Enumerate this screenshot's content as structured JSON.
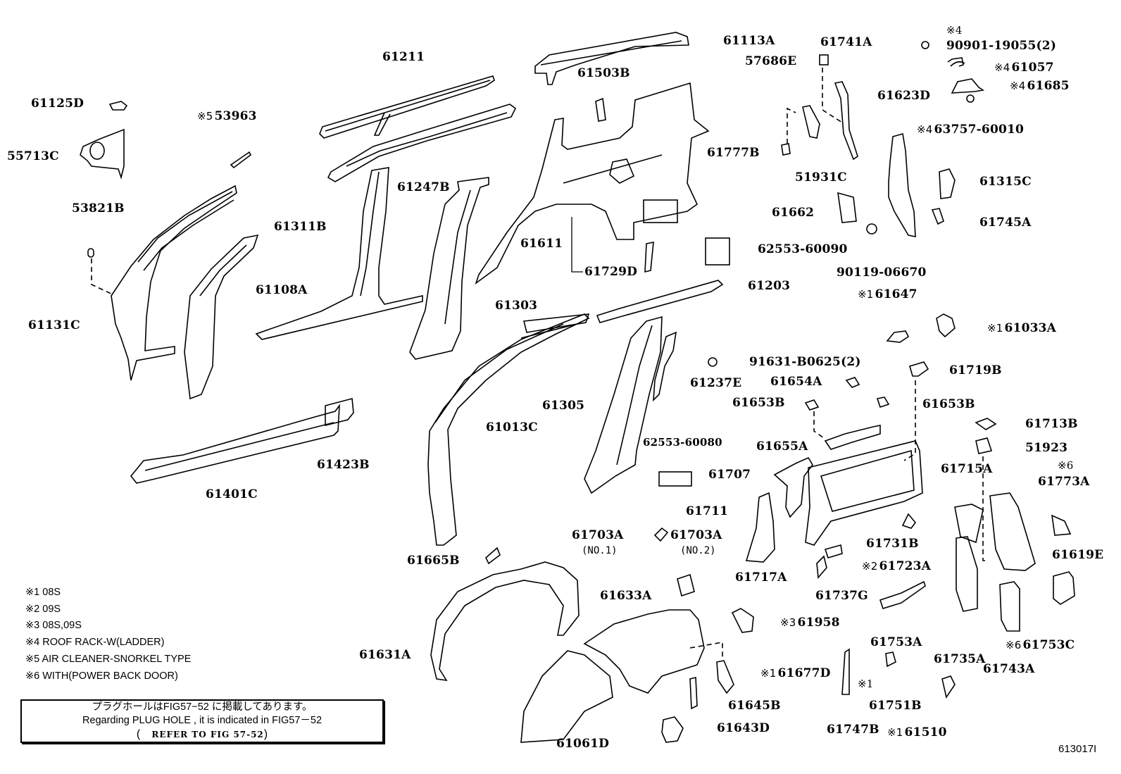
{
  "figure_id": "613017I",
  "parts": [
    {
      "id": "p61125D",
      "label": "61125D"
    },
    {
      "id": "p55713C",
      "label": "55713C"
    },
    {
      "id": "p53963",
      "label": "53963",
      "note": "※5"
    },
    {
      "id": "p53821B",
      "label": "53821B"
    },
    {
      "id": "p61131C",
      "label": "61131C"
    },
    {
      "id": "p61108A",
      "label": "61108A"
    },
    {
      "id": "p61211",
      "label": "61211"
    },
    {
      "id": "p61247B",
      "label": "61247B"
    },
    {
      "id": "p61311B",
      "label": "61311B"
    },
    {
      "id": "p61303",
      "label": "61303"
    },
    {
      "id": "p61113A",
      "label": "61113A"
    },
    {
      "id": "p61503B",
      "label": "61503B"
    },
    {
      "id": "p61611",
      "label": "61611"
    },
    {
      "id": "p61729D",
      "label": "61729D"
    },
    {
      "id": "p62553_60090",
      "label": "62553-60090"
    },
    {
      "id": "p61203",
      "label": "61203"
    },
    {
      "id": "p57686E",
      "label": "57686E"
    },
    {
      "id": "p61741A",
      "label": "61741A"
    },
    {
      "id": "p61777B",
      "label": "61777B"
    },
    {
      "id": "p51931C",
      "label": "51931C"
    },
    {
      "id": "p90901",
      "label": "90901-19055(2)",
      "note": "※4"
    },
    {
      "id": "p61057",
      "label": "61057",
      "note": "※4"
    },
    {
      "id": "p61685",
      "label": "61685",
      "note": "※4"
    },
    {
      "id": "p63757",
      "label": "63757-60010",
      "note": "※4"
    },
    {
      "id": "p61623D",
      "label": "61623D"
    },
    {
      "id": "p61315C",
      "label": "61315C"
    },
    {
      "id": "p61662",
      "label": "61662"
    },
    {
      "id": "p61745A",
      "label": "61745A"
    },
    {
      "id": "p90119",
      "label": "90119-06670"
    },
    {
      "id": "p61647",
      "label": "61647",
      "note": "※1"
    },
    {
      "id": "p61033A",
      "label": "61033A",
      "note": "※1"
    },
    {
      "id": "p91631",
      "label": "91631-B0625(2)"
    },
    {
      "id": "p61237E",
      "label": "61237E"
    },
    {
      "id": "p61654A",
      "label": "61654A"
    },
    {
      "id": "p61719B",
      "label": "61719B"
    },
    {
      "id": "p61653B_l",
      "label": "61653B"
    },
    {
      "id": "p61653B_r",
      "label": "61653B"
    },
    {
      "id": "p61305",
      "label": "61305"
    },
    {
      "id": "p61013C",
      "label": "61013C"
    },
    {
      "id": "p62553_60080",
      "label": "62553-60080"
    },
    {
      "id": "p61655A",
      "label": "61655A"
    },
    {
      "id": "p61713B",
      "label": "61713B"
    },
    {
      "id": "p51923",
      "label": "51923"
    },
    {
      "id": "p61401C",
      "label": "61401C"
    },
    {
      "id": "p61423B",
      "label": "61423B"
    },
    {
      "id": "p61707",
      "label": "61707"
    },
    {
      "id": "p61715A",
      "label": "61715A"
    },
    {
      "id": "p61773A",
      "label": "61773A",
      "note": "※6"
    },
    {
      "id": "p61711",
      "label": "61711"
    },
    {
      "id": "p61703A_1",
      "label": "61703A",
      "sub": "(NO.1)"
    },
    {
      "id": "p61703A_2",
      "label": "61703A",
      "sub": "(NO.2)"
    },
    {
      "id": "p61731B",
      "label": "61731B"
    },
    {
      "id": "p61619E",
      "label": "61619E"
    },
    {
      "id": "p61665B",
      "label": "61665B"
    },
    {
      "id": "p61717A",
      "label": "61717A"
    },
    {
      "id": "p61723A",
      "label": "61723A",
      "note": "※2"
    },
    {
      "id": "p61737G",
      "label": "61737G"
    },
    {
      "id": "p61633A",
      "label": "61633A"
    },
    {
      "id": "p61958",
      "label": "61958",
      "note": "※3"
    },
    {
      "id": "p61753A",
      "label": "61753A"
    },
    {
      "id": "p61735A",
      "label": "61735A"
    },
    {
      "id": "p61743A",
      "label": "61743A"
    },
    {
      "id": "p61753C",
      "label": "61753C",
      "note": "※6"
    },
    {
      "id": "p61631A",
      "label": "61631A"
    },
    {
      "id": "p61677D",
      "label": "61677D",
      "note": "※1"
    },
    {
      "id": "p61645B",
      "label": "61645B"
    },
    {
      "id": "p61643D",
      "label": "61643D"
    },
    {
      "id": "p61061D",
      "label": "61061D"
    },
    {
      "id": "p61747B",
      "label": "61747B"
    },
    {
      "id": "p61751B",
      "label": "61751B",
      "note": "※1"
    },
    {
      "id": "p61510",
      "label": "61510",
      "note": "※1"
    }
  ],
  "legend": [
    {
      "mark": "※1",
      "text": "08S"
    },
    {
      "mark": "※2",
      "text": "09S"
    },
    {
      "mark": "※3",
      "text": "08S,09S"
    },
    {
      "mark": "※4",
      "text": "ROOF RACK-W(LADDER)"
    },
    {
      "mark": "※5",
      "text": "AIR CLEANER-SNORKEL TYPE"
    },
    {
      "mark": "※6",
      "text": "WITH(POWER BACK DOOR)"
    }
  ],
  "note": {
    "line_jp": "プラグホールはFIG57−52 に掲載してあります。",
    "line_en": "Regarding  PLUG  HOLE  , it  is  indicated  in  FIG57－52",
    "refer_open": "(",
    "refer_text": "REFER TO FIG 57-52",
    "refer_close": ")"
  }
}
